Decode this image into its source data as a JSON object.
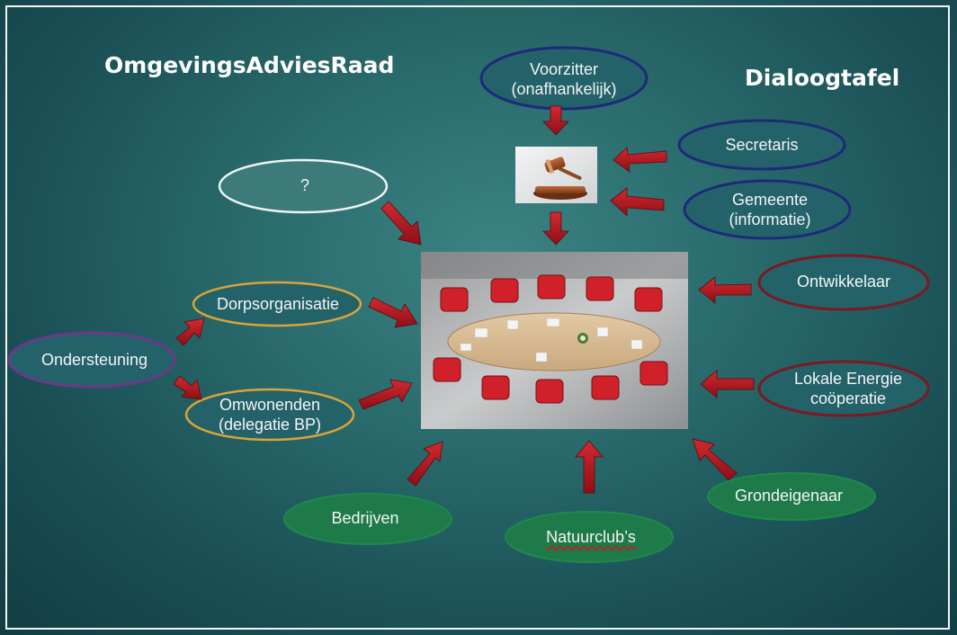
{
  "titles": {
    "left": "OmgevingsAdviesRaad",
    "right": "Dialoogtafel"
  },
  "nodes": {
    "voorzitter": {
      "line1": "Voorzitter",
      "line2": "(onafhankelijk)"
    },
    "secretaris": {
      "line1": "Secretaris"
    },
    "gemeente": {
      "line1": "Gemeente",
      "line2": "(informatie)"
    },
    "question": {
      "line1": "?"
    },
    "ontwikkelaar": {
      "line1": "Ontwikkelaar"
    },
    "lokale_energie": {
      "line1": "Lokale Energie",
      "line2": "coöperatie"
    },
    "dorpsorganisatie": {
      "line1": "Dorpsorganisatie"
    },
    "ondersteuning": {
      "line1": "Ondersteuning"
    },
    "omwonenden": {
      "line1": "Omwonenden",
      "line2": "(delegatie BP)"
    },
    "bedrijven": {
      "line1": "Bedrijven"
    },
    "natuurclubs": {
      "line1": "Natuurclub’s"
    },
    "grondeigenaar": {
      "line1": "Grondeigenaar"
    }
  },
  "colors": {
    "navy_border": "#1d2a7a",
    "maroon_border": "#7a1a22",
    "gold_border": "#d9a43a",
    "purple_border": "#6a3a86",
    "green_fill": "#1f7a4a",
    "arrow": "#b3121c"
  },
  "icons": {
    "gavel": "gavel-icon",
    "meeting_table": "meeting-table-image"
  }
}
